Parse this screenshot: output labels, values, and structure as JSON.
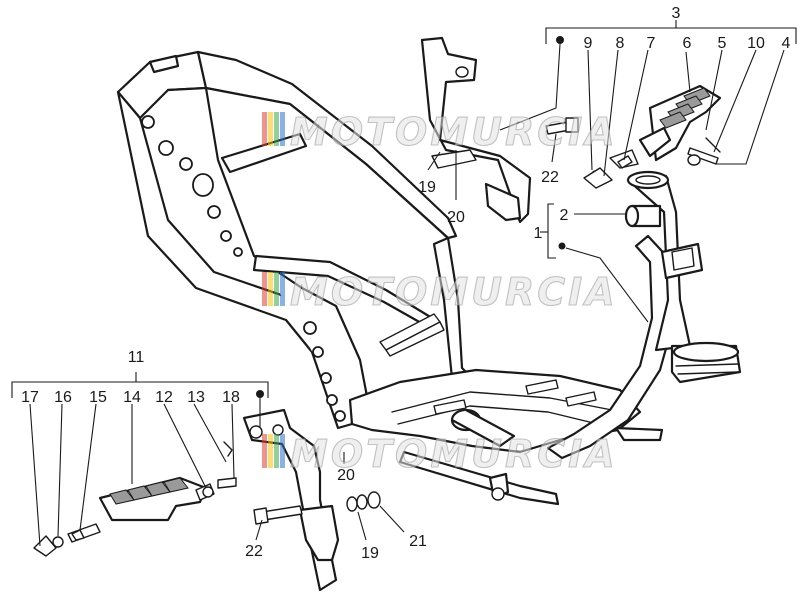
{
  "watermark": {
    "text": "MOTOMURCIA",
    "stripe_colors": [
      "#e23b2e",
      "#f2c200",
      "#3aa64c",
      "#2f6fd1"
    ]
  },
  "callouts": {
    "c1": "1",
    "c2": "2",
    "c3": "3",
    "c4": "4",
    "c5": "5",
    "c6": "6",
    "c7": "7",
    "c8": "8",
    "c9": "9",
    "c10": "10",
    "c11": "11",
    "c12": "12",
    "c13": "13",
    "c14": "14",
    "c15": "15",
    "c16": "16",
    "c17": "17",
    "c18": "18",
    "c19_top": "19",
    "c20_top": "20",
    "c22_top": "22",
    "c20_bottom": "20",
    "c22_bottom": "22",
    "c19_bottom": "19",
    "c21": "21"
  }
}
